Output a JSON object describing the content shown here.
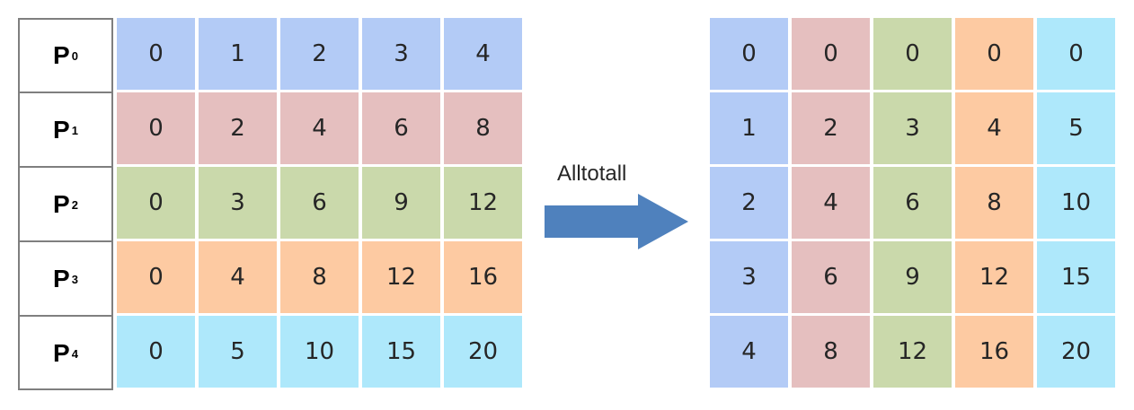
{
  "processes": [
    {
      "label": "P",
      "index": "0"
    },
    {
      "label": "P",
      "index": "1"
    },
    {
      "label": "P",
      "index": "2"
    },
    {
      "label": "P",
      "index": "3"
    },
    {
      "label": "P",
      "index": "4"
    }
  ],
  "colors": {
    "blue": "#b3cbf6",
    "pink": "#e5bfbf",
    "green": "#cad9ab",
    "orange": "#fdcaa2",
    "cyan": "#aee8fb",
    "arrow": "#4f81bd"
  },
  "before": {
    "row_colors": [
      "blue",
      "pink",
      "green",
      "orange",
      "cyan"
    ],
    "rows": [
      [
        "0",
        "1",
        "2",
        "3",
        "4"
      ],
      [
        "0",
        "2",
        "4",
        "6",
        "8"
      ],
      [
        "0",
        "3",
        "6",
        "9",
        "12"
      ],
      [
        "0",
        "4",
        "8",
        "12",
        "16"
      ],
      [
        "0",
        "5",
        "10",
        "15",
        "20"
      ]
    ]
  },
  "operation": {
    "label": "Alltotall"
  },
  "after": {
    "col_colors": [
      "blue",
      "pink",
      "green",
      "orange",
      "cyan"
    ],
    "rows": [
      [
        "0",
        "0",
        "0",
        "0",
        "0"
      ],
      [
        "1",
        "2",
        "3",
        "4",
        "5"
      ],
      [
        "2",
        "4",
        "6",
        "8",
        "10"
      ],
      [
        "3",
        "6",
        "9",
        "12",
        "15"
      ],
      [
        "4",
        "8",
        "12",
        "16",
        "20"
      ]
    ]
  }
}
